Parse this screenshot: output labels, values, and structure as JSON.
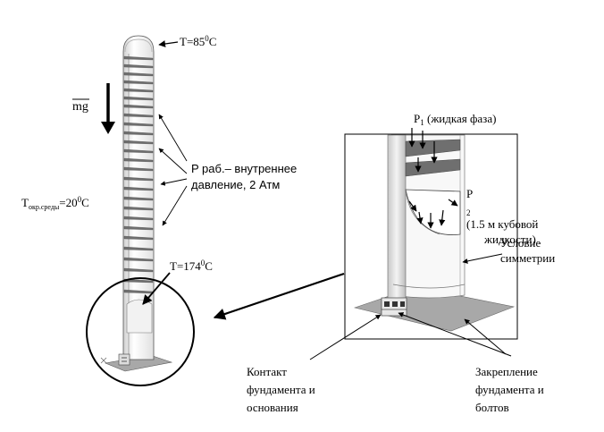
{
  "labels": {
    "top_temp": {
      "base": "T=85",
      "sup": "0",
      "tail": "C"
    },
    "mg": "mg",
    "pressure": [
      "P раб.– внутреннее",
      "давление, 2 Атм"
    ],
    "ambient": {
      "base": "T",
      "sub": "окр.среды",
      "eq": "=20",
      "sup": "0",
      "tail": "C"
    },
    "bottom_temp": {
      "base": "T=174",
      "sup": "0",
      "tail": "C"
    },
    "p1": {
      "base": "P",
      "sub": "1",
      "tail": " (жидкая фаза)"
    },
    "p2": {
      "base": "P",
      "sub": "2",
      "tail": " (1.5 м кубовой",
      "line2": "жидкости)"
    },
    "symmetry": [
      "Условие",
      "симметрии"
    ],
    "contact": [
      "Контакт",
      "фундамента и",
      "основания"
    ],
    "fixing": [
      "Закрепление",
      "фундамента и",
      "болтов"
    ]
  },
  "colors": {
    "tray": "#6f6f6f",
    "plate": "#a8a8a8",
    "line": "#000000",
    "column_highlight": "#ffffff",
    "column_shade": "#d6d6d6"
  }
}
